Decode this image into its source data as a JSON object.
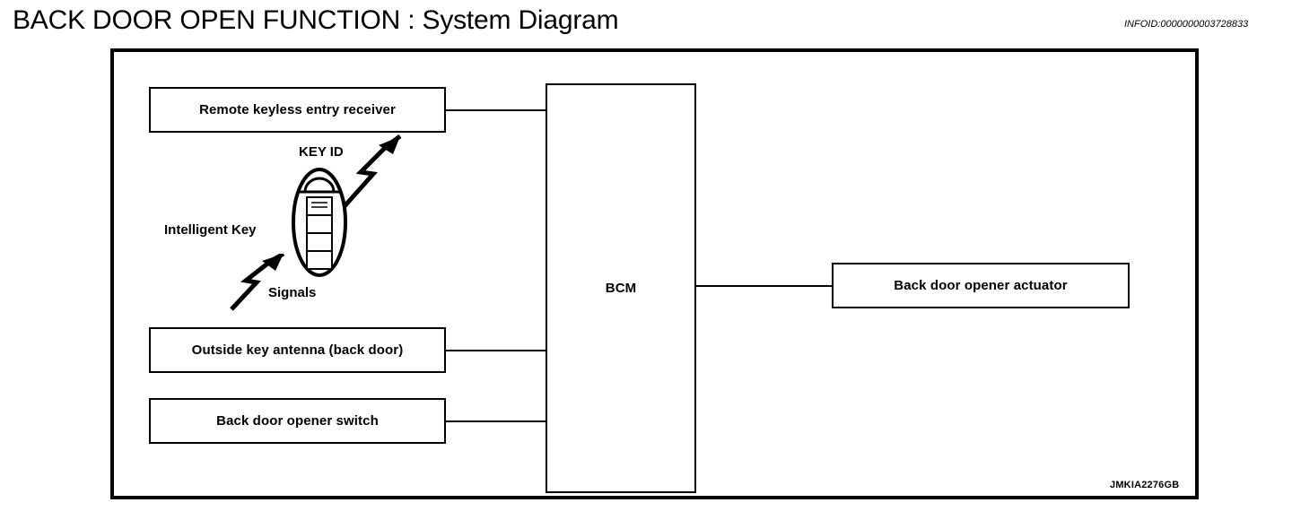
{
  "header": {
    "title": "BACK DOOR OPEN FUNCTION : System Diagram",
    "infoid": "INFOID:0000000003728833"
  },
  "diagram": {
    "figure_code": "JMKIA2276GB",
    "blocks": [
      {
        "id": "receiver",
        "label": "Remote keyless entry receiver"
      },
      {
        "id": "antenna",
        "label": "Outside key antenna (back door)"
      },
      {
        "id": "switch",
        "label": "Back door opener switch"
      },
      {
        "id": "bcm",
        "label": "BCM"
      },
      {
        "id": "actuator",
        "label": "Back door opener actuator"
      }
    ],
    "annotations": {
      "key_id": "KEY ID",
      "intelligent_key": "Intelligent Key",
      "signals": "Signals"
    },
    "connections": [
      {
        "from": "receiver",
        "to": "bcm"
      },
      {
        "from": "antenna",
        "to": "bcm"
      },
      {
        "from": "switch",
        "to": "bcm"
      },
      {
        "from": "bcm",
        "to": "actuator"
      }
    ]
  },
  "colors": {
    "ink": "#000000",
    "background": "#ffffff"
  }
}
